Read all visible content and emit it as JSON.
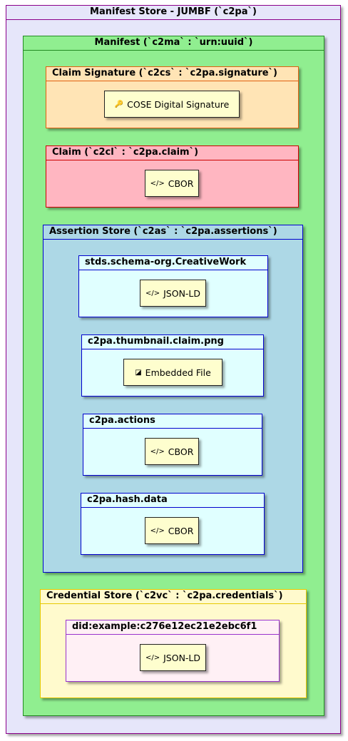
{
  "manifest_store": {
    "title": "Manifest Store - JUMBF (`c2pa`)",
    "bg": "#e6e6fa",
    "border": "#8b008b"
  },
  "manifest": {
    "title": "Manifest (`c2ma` : `urn:uuid`)",
    "bg": "#90ee90",
    "border": "#228b22"
  },
  "claim_signature": {
    "title": "Claim Signature (`c2cs` : `c2pa.signature`)",
    "bg": "#ffe4b5",
    "border": "#e06010",
    "leaf": {
      "icon": "key-icon",
      "glyph": "🔑",
      "label": "COSE Digital Signature"
    }
  },
  "claim": {
    "title": "Claim (`c2cl` : `c2pa.claim`)",
    "bg": "#ffb6c1",
    "border": "#cc0000",
    "leaf": {
      "icon": "code-icon",
      "glyph": "</>",
      "label": "CBOR"
    }
  },
  "assertion_store": {
    "title": "Assertion Store (`c2as` : `c2pa.assertions`)",
    "bg": "#add8e6",
    "border": "#0000cd",
    "assertions": [
      {
        "title": "stds.schema-org.CreativeWork",
        "icon": "code-icon",
        "glyph": "</>",
        "label": "JSON-LD"
      },
      {
        "title": "c2pa.thumbnail.claim.png",
        "icon": "image-icon",
        "glyph": "◪",
        "label": "Embedded File"
      },
      {
        "title": "c2pa.actions",
        "icon": "code-icon",
        "glyph": "</>",
        "label": "CBOR"
      },
      {
        "title": "c2pa.hash.data",
        "icon": "code-icon",
        "glyph": "</>",
        "label": "CBOR"
      }
    ],
    "assertion_bg": "#e0ffff"
  },
  "credential_store": {
    "title": "Credential Store (`c2vc` : `c2pa.credentials`)",
    "bg": "#fffacd",
    "border": "#e6c800",
    "credential": {
      "title": "did:example:c276e12ec21e2ebc6f1",
      "bg": "#fff0f5",
      "border": "#9932cc",
      "icon": "code-icon",
      "glyph": "</>",
      "label": "JSON-LD"
    }
  }
}
